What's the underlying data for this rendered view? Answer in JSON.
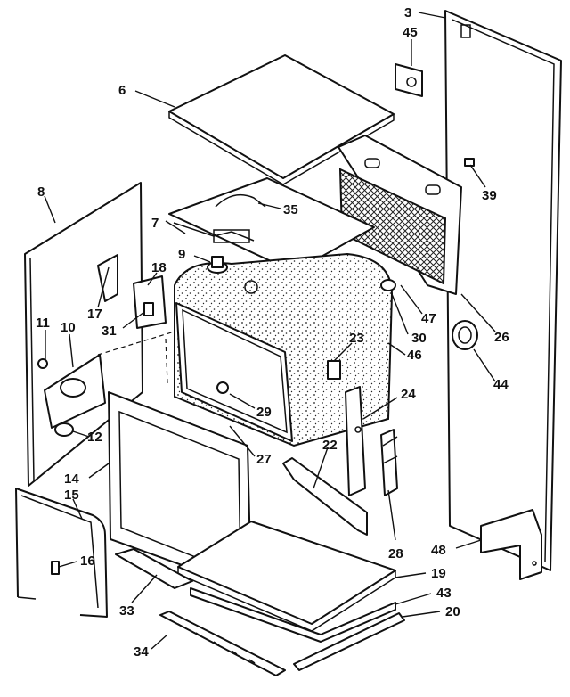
{
  "diagram": {
    "parts": [
      {
        "id": "p3",
        "number": "3"
      },
      {
        "id": "p45",
        "number": "45"
      },
      {
        "id": "p6",
        "number": "6"
      },
      {
        "id": "p39",
        "number": "39"
      },
      {
        "id": "p8",
        "number": "8"
      },
      {
        "id": "p35",
        "number": "35"
      },
      {
        "id": "p7",
        "number": "7"
      },
      {
        "id": "p9",
        "number": "9"
      },
      {
        "id": "p18",
        "number": "18"
      },
      {
        "id": "p17",
        "number": "17"
      },
      {
        "id": "p47",
        "number": "47"
      },
      {
        "id": "p26",
        "number": "26"
      },
      {
        "id": "p11",
        "number": "11"
      },
      {
        "id": "p10",
        "number": "10"
      },
      {
        "id": "p31",
        "number": "31"
      },
      {
        "id": "p23",
        "number": "23"
      },
      {
        "id": "p30",
        "number": "30"
      },
      {
        "id": "p46",
        "number": "46"
      },
      {
        "id": "p44",
        "number": "44"
      },
      {
        "id": "p24",
        "number": "24"
      },
      {
        "id": "p29",
        "number": "29"
      },
      {
        "id": "p12",
        "number": "12"
      },
      {
        "id": "p22",
        "number": "22"
      },
      {
        "id": "p27",
        "number": "27"
      },
      {
        "id": "p14",
        "number": "14"
      },
      {
        "id": "p15",
        "number": "15"
      },
      {
        "id": "p16",
        "number": "16"
      },
      {
        "id": "p28",
        "number": "28"
      },
      {
        "id": "p48",
        "number": "48"
      },
      {
        "id": "p19",
        "number": "19"
      },
      {
        "id": "p43",
        "number": "43"
      },
      {
        "id": "p20",
        "number": "20"
      },
      {
        "id": "p33",
        "number": "33"
      },
      {
        "id": "p34",
        "number": "34"
      }
    ]
  }
}
